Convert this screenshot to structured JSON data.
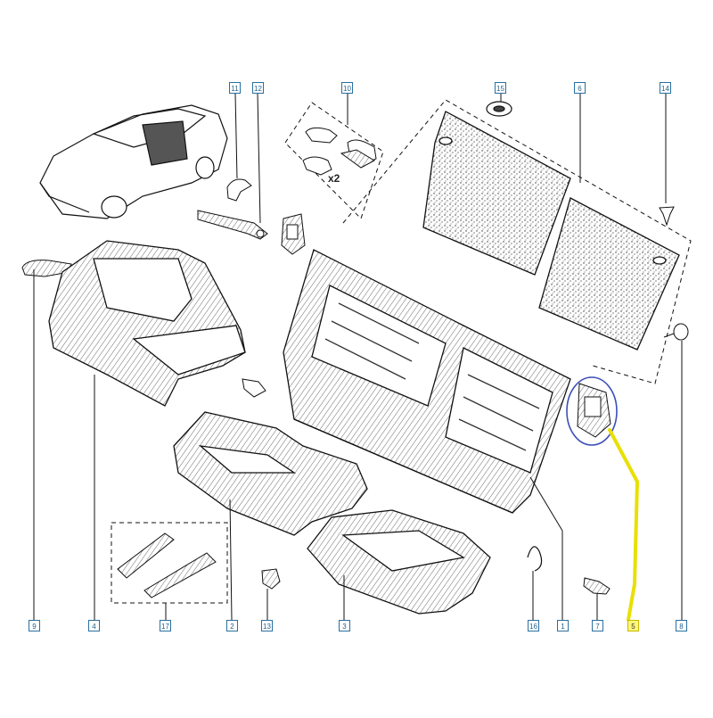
{
  "callouts": {
    "c1": "1",
    "c2": "2",
    "c3": "3",
    "c4": "4",
    "c5": "5",
    "c6": "6",
    "c7": "7",
    "c8": "8",
    "c9": "9",
    "c10": "10",
    "c11": "11",
    "c12": "12",
    "c13": "13",
    "c14": "14",
    "c15": "15",
    "c16": "16",
    "c17": "17"
  },
  "quantity_note": "x2",
  "colors": {
    "callout_border": "#2a6fa0",
    "highlight_fill": "#fff77a",
    "highlight_path": "#e8e000",
    "circle_marker": "#3b4fb8",
    "line_art": "#111111"
  }
}
